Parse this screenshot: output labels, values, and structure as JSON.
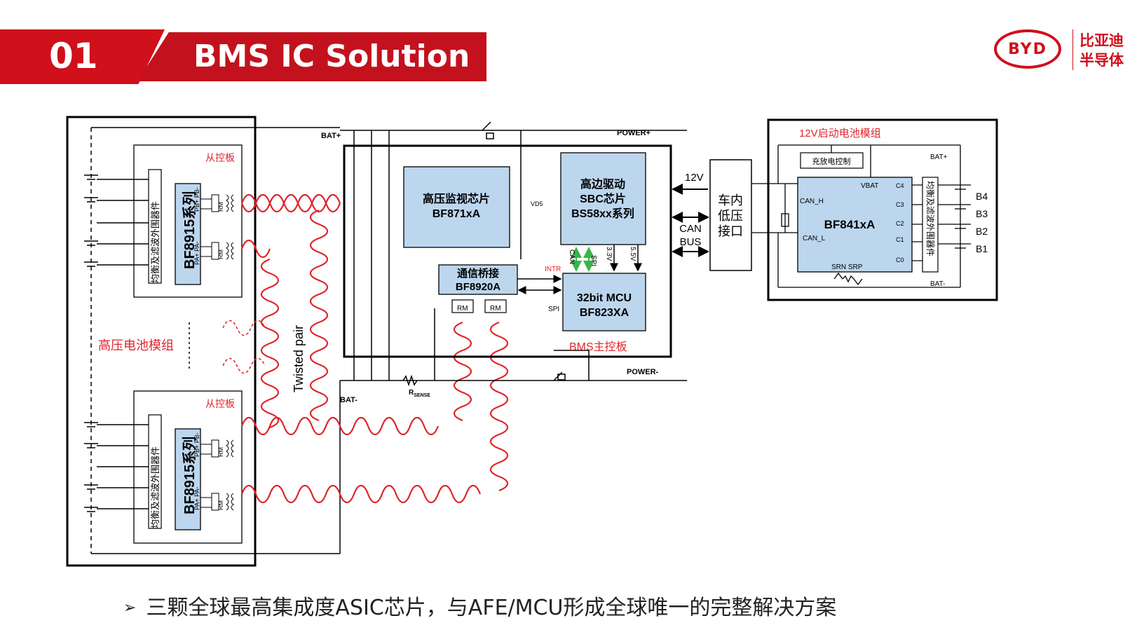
{
  "header": {
    "number": "01",
    "title": "BMS IC Solution",
    "accent_color": "#c3121d"
  },
  "logo": {
    "mark": "BYD",
    "line1": "比亚迪",
    "line2": "半导体",
    "color": "#d0101b"
  },
  "diagram": {
    "hv_pack_label": "高压电池模组",
    "twisted_pair_label": "Twisted pair",
    "slave_board_label": "从控板",
    "slave_chip_label": "BF8915系列",
    "balance_label": "均衡及滤波外围器件",
    "pb_pins": "PB+ PB-",
    "pa_pins": "PA+ PA-",
    "rm_label": "RM",
    "bat_plus": "BAT+",
    "bat_minus": "BAT-",
    "power_plus": "POWER+",
    "power_minus": "POWER-",
    "rsense": "R",
    "rsense_sub": "SENSE",
    "vd5": "VD5",
    "hv_monitor": [
      "高压监视芯片",
      "BF871xA"
    ],
    "sbc": [
      "高边驱动",
      "SBC芯片",
      "BS58xx系列"
    ],
    "bridge": [
      "通信桥接",
      "BF8920A"
    ],
    "mcu": [
      "32bit MCU",
      "BF823XA"
    ],
    "bms_main_label": "BMS主控板",
    "sig_can": "CAN",
    "sig_spi": "SPI",
    "sig_33v": "3.3V",
    "sig_55v": "5.5V",
    "sig_intr": "INTR",
    "sig_spi2": "SPI",
    "v12": "12V",
    "can_bus": [
      "CAN",
      "BUS"
    ],
    "vehicle_lv": [
      "车内",
      "低压",
      "接口"
    ],
    "lv_pack_title": "12V启动电池模组",
    "charge_ctrl": "充放电控制",
    "lv_chip": "BF841xA",
    "vbat": "VBAT",
    "can_h": "CAN_H",
    "can_l": "CAN_L",
    "srn_srp": "SRN  SRP",
    "c_pins": [
      "C4",
      "C3",
      "C2",
      "C1",
      "C0"
    ],
    "b_cells": [
      "B4",
      "B3",
      "B2",
      "B1"
    ],
    "lv_balance_label": "均衡及滤波外围器件",
    "lv_bat_plus": "BAT+",
    "lv_bat_minus": "BAT-"
  },
  "bullet": {
    "text": "三颗全球最高集成度ASIC芯片，与AFE/MCU形成全球唯一的完整解决方案"
  }
}
